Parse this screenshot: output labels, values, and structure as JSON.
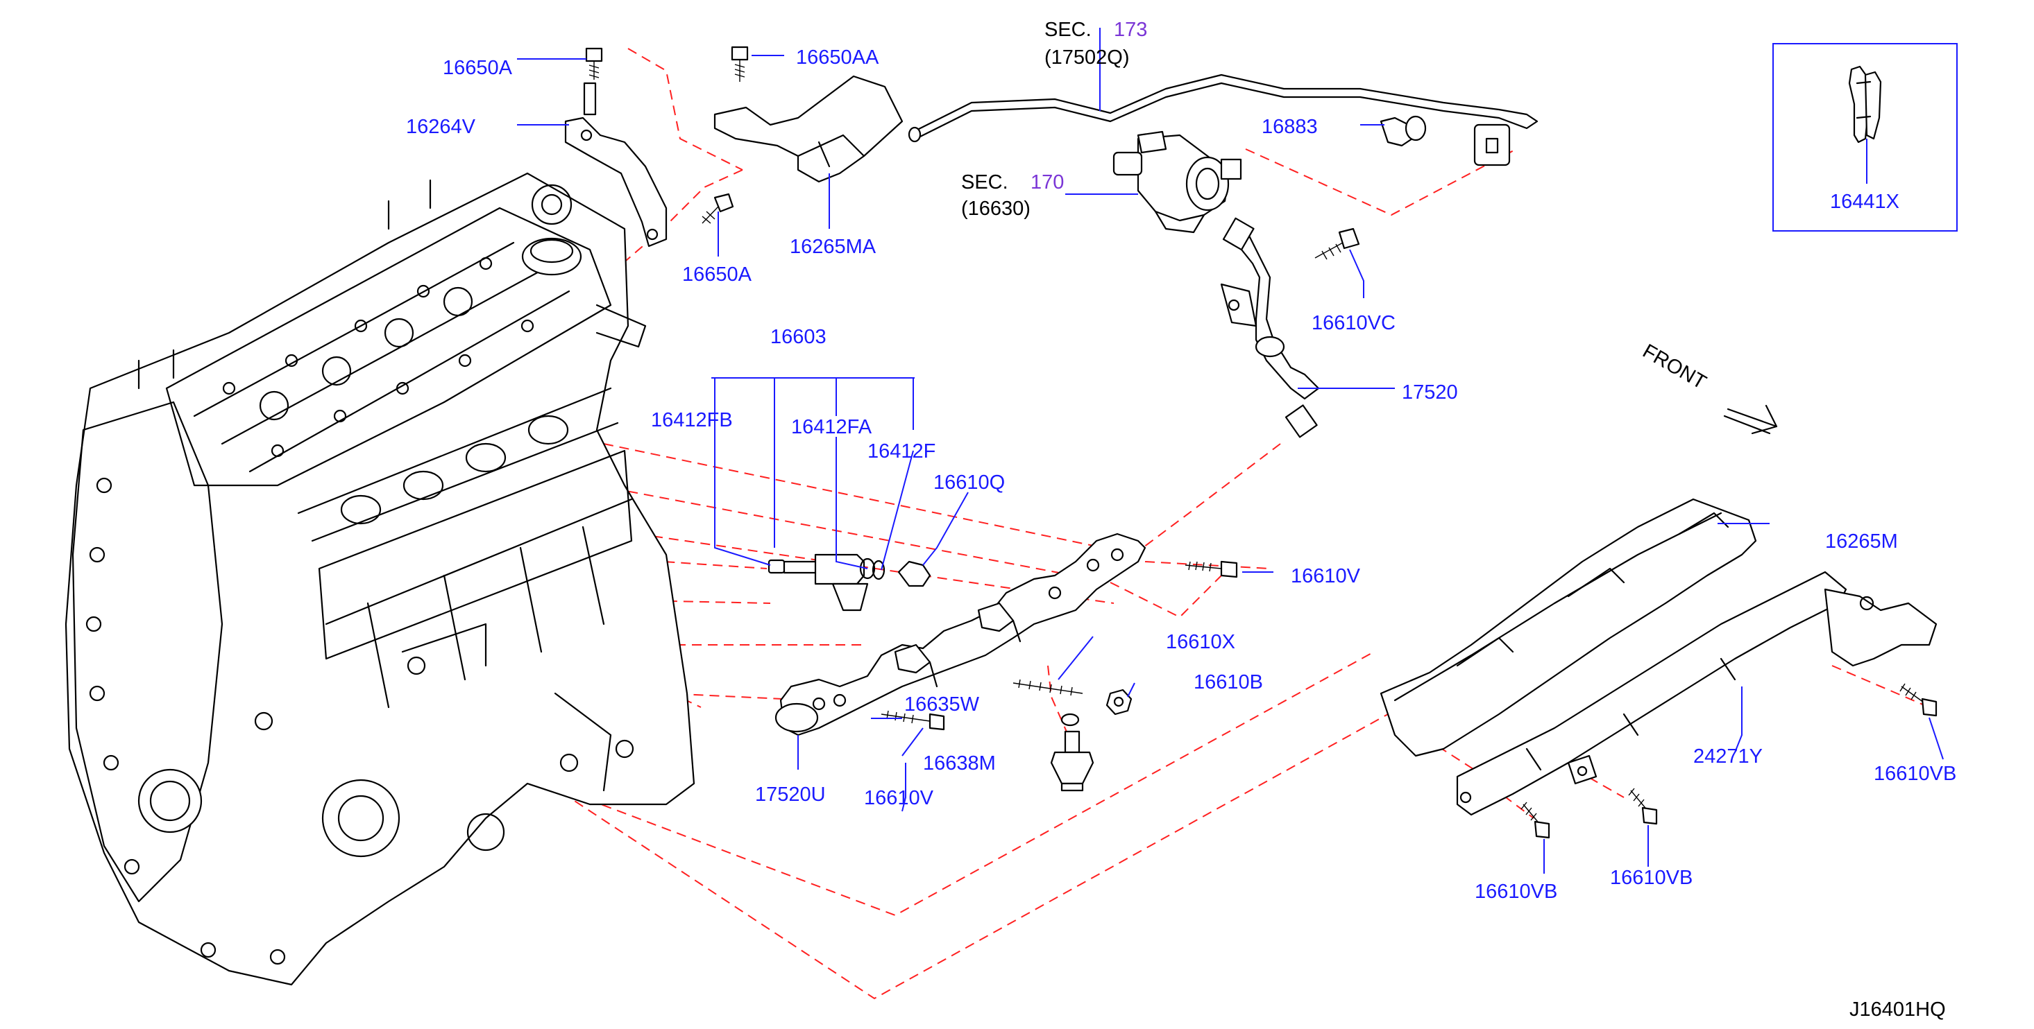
{
  "diagram_id": "J16401HQ",
  "front_label": "FRONT",
  "sections": {
    "sec173": {
      "prefix": "SEC.",
      "number": "173",
      "part": "(17502Q)"
    },
    "sec170": {
      "prefix": "SEC.",
      "number": "170",
      "part": "(16630)"
    }
  },
  "labels": {
    "p16650A_top": "16650A",
    "p16650AA": "16650AA",
    "p16264V": "16264V",
    "p16650A_mid": "16650A",
    "p16265MA": "16265MA",
    "p16883": "16883",
    "p16441X": "16441X",
    "p16610VC": "16610VC",
    "p16603": "16603",
    "p16412FB": "16412FB",
    "p16412FA": "16412FA",
    "p16412F": "16412F",
    "p16610Q": "16610Q",
    "p17520": "17520",
    "p16265M": "16265M",
    "p16610V_right": "16610V",
    "p16610X": "16610X",
    "p16610B": "16610B",
    "p16635W": "16635W",
    "p16638M": "16638M",
    "p17520U": "17520U",
    "p16610V_bottom": "16610V",
    "p24271Y": "24271Y",
    "p16610VB_right": "16610VB",
    "p16610VB_a": "16610VB",
    "p16610VB_b": "16610VB"
  },
  "colors": {
    "label": "#1a1aff",
    "leader": "#1a1aff",
    "dashed_line": "#ff2020",
    "section_number": "#7a35d6",
    "outline": "#000000"
  }
}
